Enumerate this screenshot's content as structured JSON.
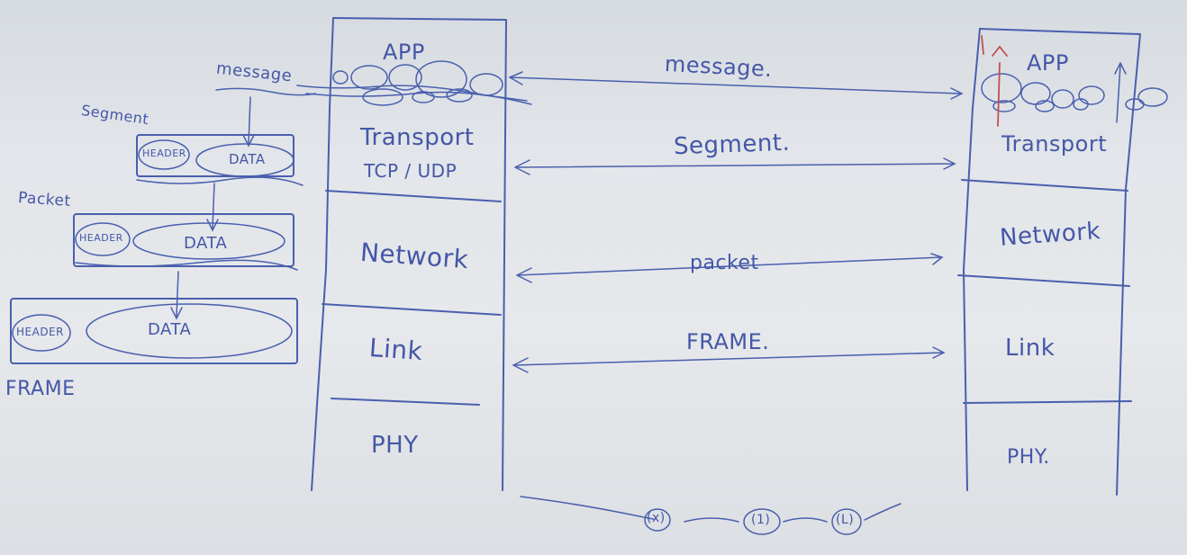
{
  "ink_color": "#4a5fae",
  "left_stack": {
    "app": "APP",
    "transport": "Transport",
    "protocols": "TCP / UDP",
    "network": "Network",
    "link": "Link",
    "phy": "PHY"
  },
  "right_stack": {
    "app": "APP",
    "transport": "Transport",
    "network": "Network",
    "link": "Link",
    "phy": "PHY."
  },
  "arrows": {
    "message": "message.",
    "segment": "Segment.",
    "packet": "packet",
    "frame": "FRAME."
  },
  "encapsulation": {
    "message": "message",
    "segment": "Segment",
    "packet": "Packet",
    "frame": "FRAME",
    "header": "HEADER",
    "data": "DATA"
  },
  "bottom_marks": [
    "(x)",
    "(1)",
    "(L)"
  ]
}
